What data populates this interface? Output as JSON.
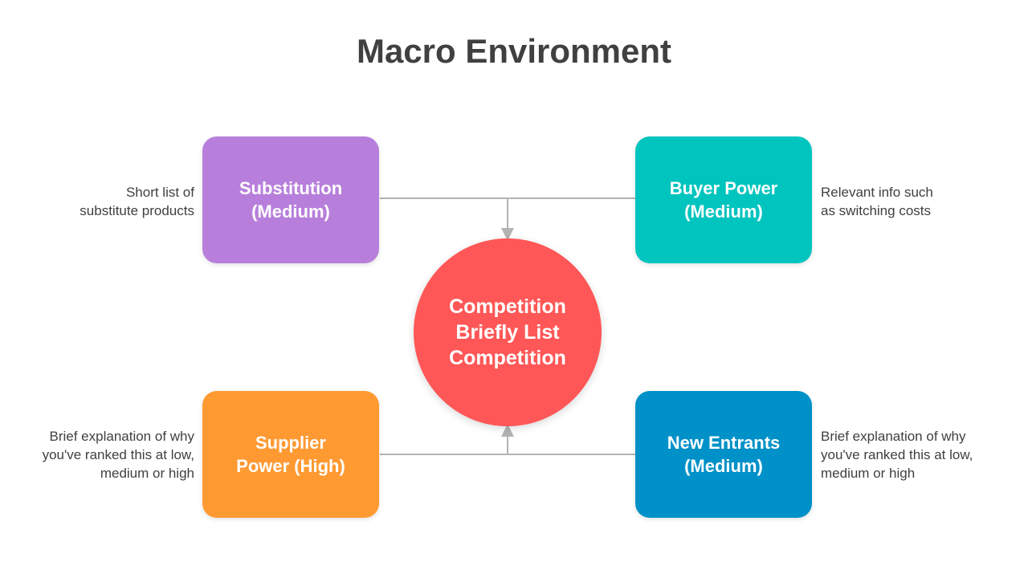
{
  "title": "Macro Environment",
  "colors": {
    "substitution": "#b77fdb",
    "buyer": "#00c4be",
    "supplier": "#ff9a33",
    "entrants": "#0091c8",
    "center": "#ff5757",
    "connector": "#b3b3b3",
    "text": "#404040"
  },
  "center": {
    "label": "Competition\nBriefly List\nCompetition"
  },
  "boxes": {
    "substitution": {
      "label": "Substitution\n(Medium)",
      "note": "Short list of\nsubstitute products"
    },
    "buyer": {
      "label": "Buyer Power\n(Medium)",
      "note": "Relevant info such\nas switching costs"
    },
    "supplier": {
      "label": "Supplier\nPower (High)",
      "note": "Brief explanation of why\nyou've ranked this at low,\nmedium or high"
    },
    "entrants": {
      "label": "New Entrants\n(Medium)",
      "note": "Brief explanation of why\nyou've ranked this at low,\nmedium or high"
    }
  }
}
